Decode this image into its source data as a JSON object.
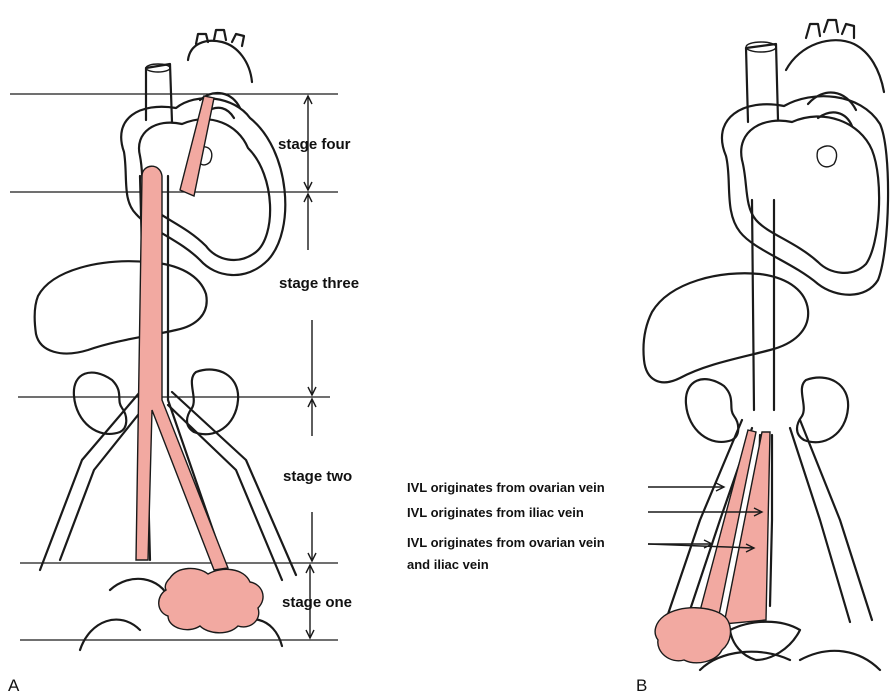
{
  "panel_a": {
    "letter": "A",
    "stages": [
      "stage four",
      "stage three",
      "stage two",
      "stage one"
    ]
  },
  "panel_b": {
    "letter": "B",
    "annotations": [
      "IVL originates from ovarian vein",
      "IVL originates from iliac vein",
      "IVL originates from ovarian vein",
      "and iliac vein"
    ]
  },
  "colors": {
    "tumor": "#f2a9a1",
    "ink": "#1a1a1a"
  }
}
